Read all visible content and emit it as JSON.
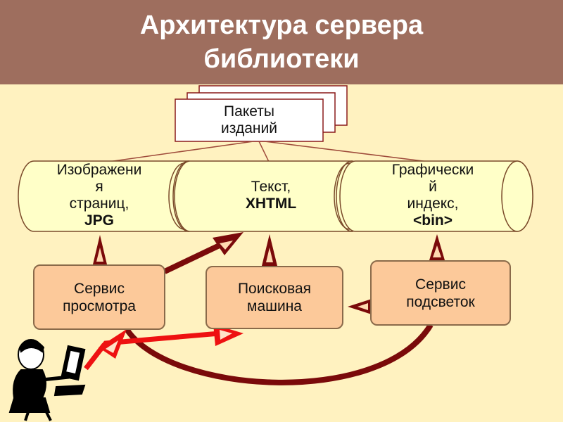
{
  "title": {
    "line1": "Архитектура сервера",
    "line2": "библиотеки"
  },
  "packages": {
    "line1": "Пакеты",
    "line2": "изданий"
  },
  "stores": [
    {
      "line1": "Изображени",
      "line2": "я",
      "line3": "страниц,",
      "bold": "JPG"
    },
    {
      "line1": "Текст,",
      "bold": "XHTML"
    },
    {
      "line1": "Графически",
      "line2": "й",
      "line3": "индекс,",
      "bold": "<bin>"
    }
  ],
  "services": {
    "viewer": "Сервис\nпросмотра",
    "search": "Поисковая\nмашина",
    "highlight": "Сервис\nподсветок"
  },
  "colors": {
    "header": "#9E6E5E",
    "background": "#FFF2C0",
    "cylinder": "#FFFFC8",
    "service": "#FCC99A",
    "arrow_dark": "#7A0A0A",
    "arrow_red": "#EE1111"
  },
  "icons": {
    "user": "person-at-computer-icon"
  }
}
